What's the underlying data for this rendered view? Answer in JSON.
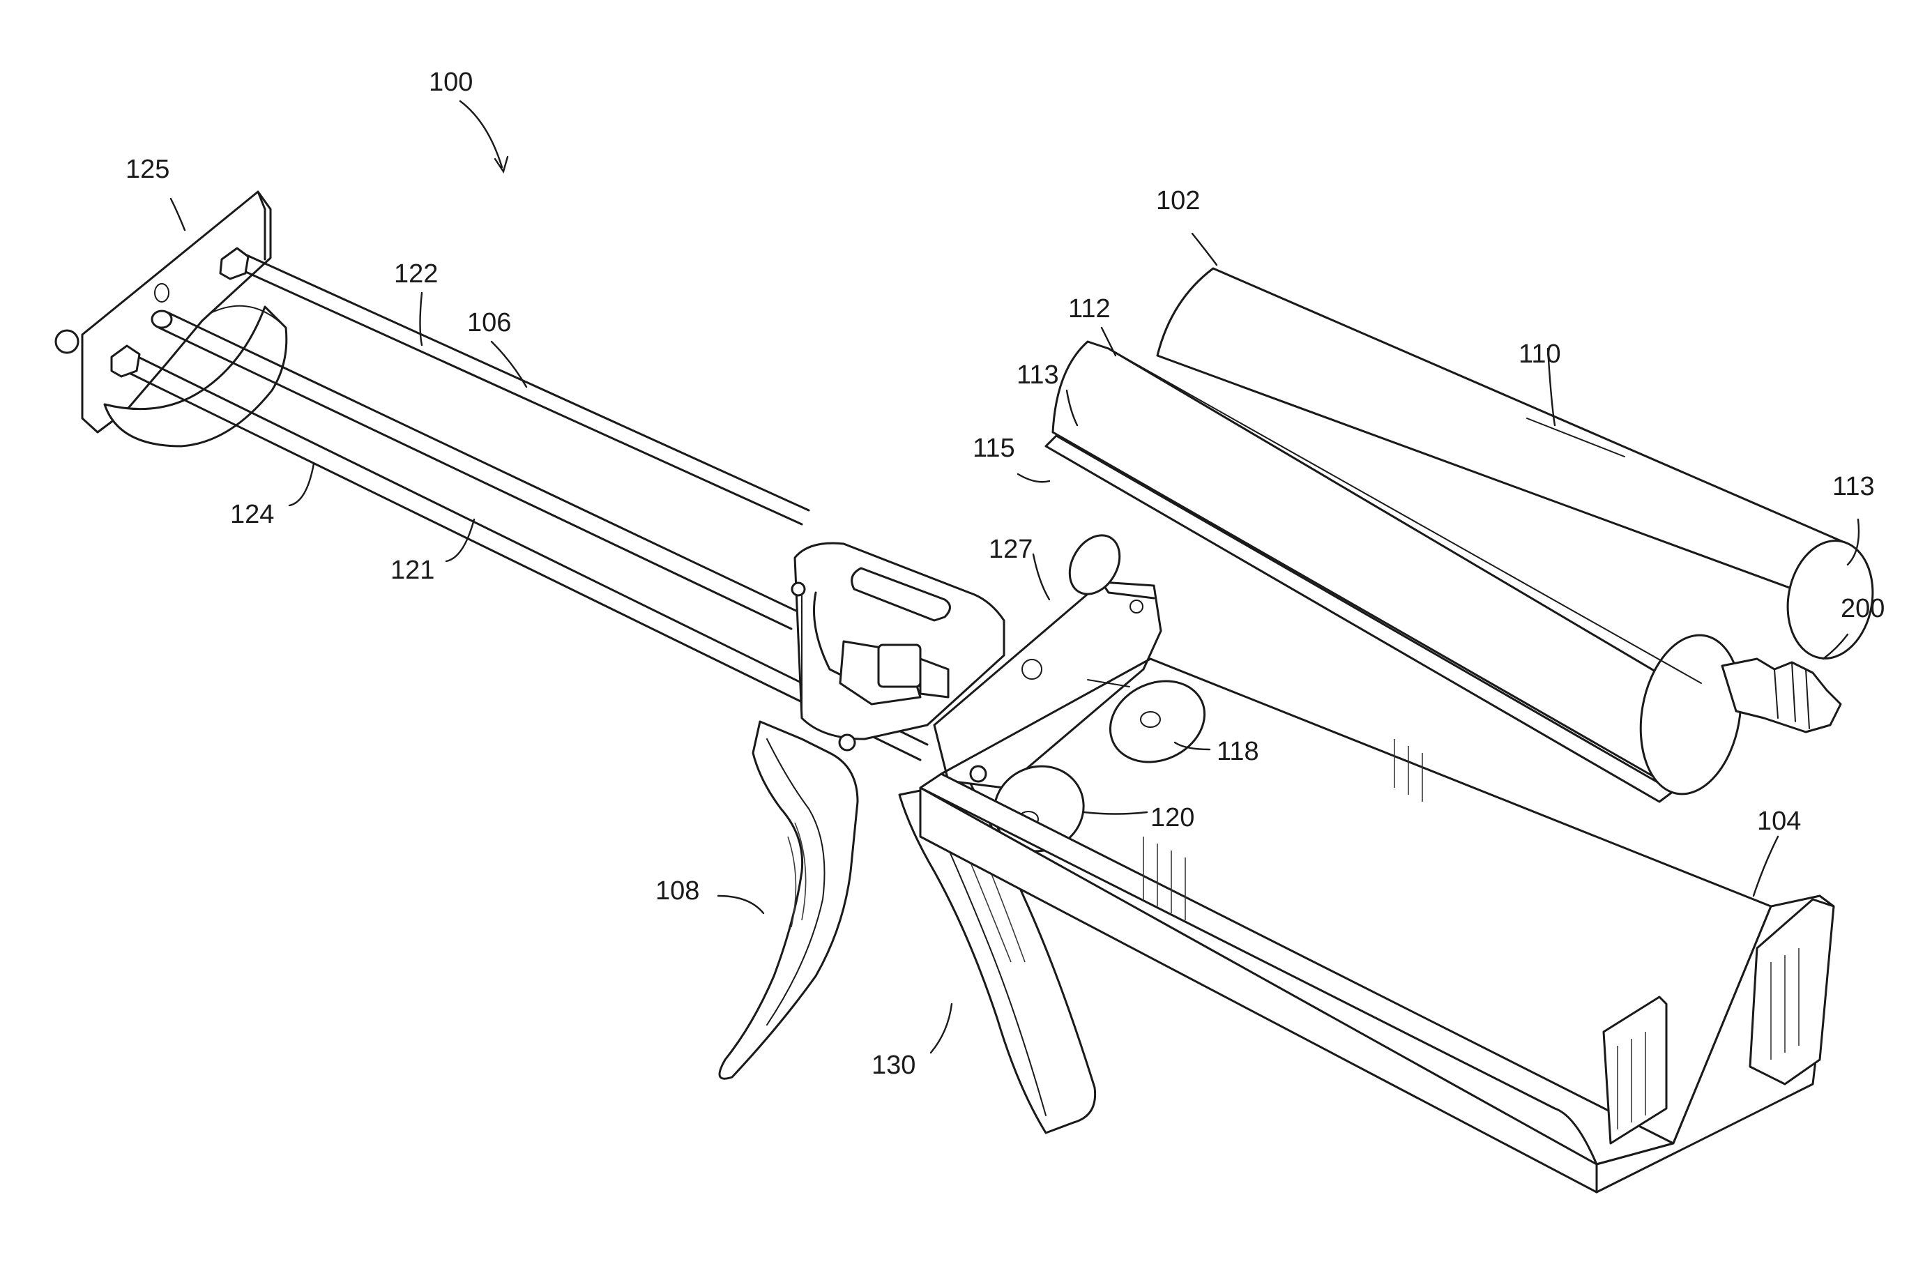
{
  "figure": {
    "labels": [
      {
        "id": "100",
        "text": "100"
      },
      {
        "id": "125",
        "text": "125"
      },
      {
        "id": "122",
        "text": "122"
      },
      {
        "id": "106",
        "text": "106"
      },
      {
        "id": "124",
        "text": "124"
      },
      {
        "id": "121",
        "text": "121"
      },
      {
        "id": "102",
        "text": "102"
      },
      {
        "id": "112",
        "text": "112"
      },
      {
        "id": "110",
        "text": "110"
      },
      {
        "id": "113a",
        "text": "113"
      },
      {
        "id": "115",
        "text": "115"
      },
      {
        "id": "113b",
        "text": "113"
      },
      {
        "id": "200",
        "text": "200"
      },
      {
        "id": "127",
        "text": "127"
      },
      {
        "id": "118",
        "text": "118"
      },
      {
        "id": "120",
        "text": "120"
      },
      {
        "id": "104",
        "text": "104"
      },
      {
        "id": "108",
        "text": "108"
      },
      {
        "id": "130",
        "text": "130"
      }
    ]
  }
}
